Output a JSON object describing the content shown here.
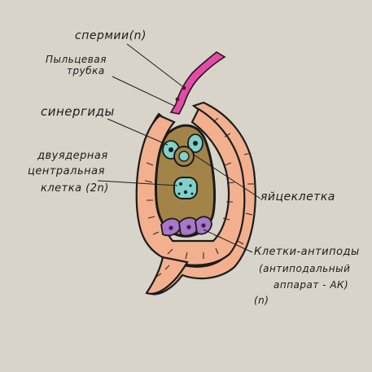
{
  "labels": {
    "sperms": "спермии(n)",
    "pollen_tube_1": "Пыльцевая",
    "pollen_tube_2": "трубка",
    "synergids": "синергиды",
    "central_1": "двуядерная",
    "central_2": "центральная",
    "central_3": "клетка (2n)",
    "egg": "яйцеклетка",
    "antipodal_1": "Клетки-антиподы",
    "antipodal_2": "(антиподальный",
    "antipodal_3": "аппарат - АК)",
    "antipodal_4": "(n)"
  },
  "colors": {
    "background": "#d9d4ca",
    "integument": "#f2b08f",
    "embryo_sac": "#a28448",
    "pollen_tube": "#e64aa8",
    "synergid_fill": "#7fd1c9",
    "central_nucleus": "#7fd1c9",
    "antipodal": "#a877c9",
    "outline": "#1b1b1b"
  }
}
